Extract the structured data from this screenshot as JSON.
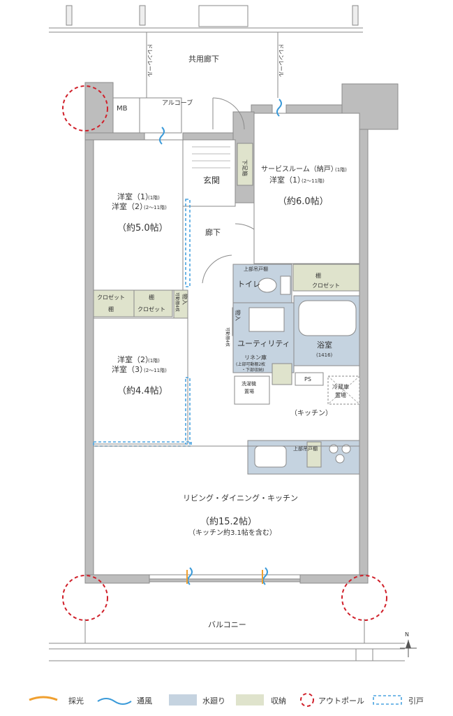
{
  "plan": {
    "corridor": "共用廊下",
    "drain_left": "ドレンレール",
    "drain_right": "ドレンレール",
    "mb": "MB",
    "alcove": "アルコーブ",
    "entrance": "玄関",
    "shoe_box": "下足箱",
    "hallway": "廊下",
    "room_ne": {
      "line1": "サービスルーム（納戸）",
      "line1_note": "(1階)",
      "line2": "洋室（1）",
      "line2_note": "(2〜11階)",
      "size": "（約6.0帖）"
    },
    "room_w1": {
      "line1": "洋室（1）",
      "line1_note": "(1階)",
      "line2": "洋室（2）",
      "line2_note": "(2〜11階)",
      "size": "（約5.0帖）"
    },
    "room_w2": {
      "line1": "洋室（2）",
      "line1_note": "(1階)",
      "line2": "洋室（3）",
      "line2_note": "(2〜11階)",
      "size": "（約4.4帖）"
    },
    "closet_a": "クロゼット",
    "closet_a_shelf": "棚",
    "shelf_b": "棚",
    "closet_b": "クロゼット",
    "movable_shelf": "可動棚4枚",
    "storage": "物入",
    "toilet": "トイレ",
    "upper_cabinet": "上部吊戸棚",
    "shelf_ne": "棚",
    "closet_ne": "クロゼット",
    "storage2": "物入",
    "movable_shelf2": "可動棚4枚",
    "utility": "ユーティリティ",
    "bath": "浴室",
    "bath_size": "(1416)",
    "linen": "リネン庫",
    "linen_note1": "(上部可動棚2枚",
    "linen_note2": "・下部収納)",
    "washer1": "洗濯機",
    "washer2": "置場",
    "ps": "PS",
    "fridge1": "冷蔵庫",
    "fridge2": "置場",
    "kitchen": "（キッチン）",
    "kitchen_cabinet": "上部吊戸棚",
    "ldk": "リビング・ダイニング・キッチン",
    "ldk_size": "（約15.2帖）",
    "ldk_note": "（キッチン約3.1帖を含む）",
    "balcony": "バルコニー",
    "north": "N"
  },
  "legend": {
    "items": [
      {
        "label": "採光",
        "color": "#f0a030"
      },
      {
        "label": "通風",
        "color": "#3a9ad9"
      },
      {
        "label": "水廻り",
        "color": "#c5d3e0"
      },
      {
        "label": "収納",
        "color": "#dfe3cc"
      },
      {
        "label": "アウトポール",
        "color": "#d0202a"
      },
      {
        "label": "引戸",
        "color": "#4aa3e0"
      }
    ]
  }
}
